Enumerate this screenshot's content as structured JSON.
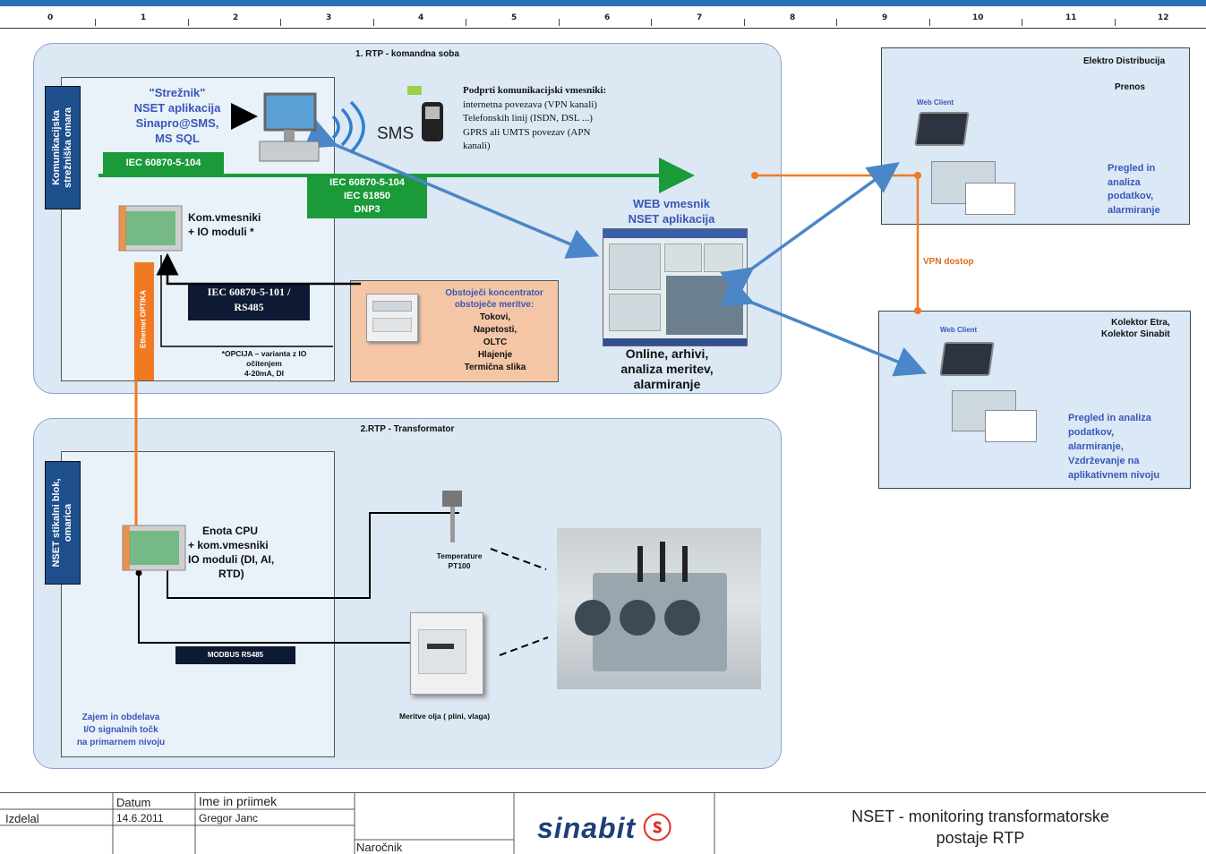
{
  "ruler": {
    "numbers": [
      "0",
      "1",
      "2",
      "3",
      "4",
      "5",
      "6",
      "7",
      "8",
      "9",
      "10",
      "11",
      "12"
    ]
  },
  "section1": {
    "title": "1. RTP - komandna soba",
    "side_label_line1": "Komunikacijska",
    "side_label_line2": "strežniška omara",
    "server_text": [
      "\"Strežnik\"",
      "NSET aplikacija",
      "Sinapro@SMS,",
      "MS SQL"
    ],
    "green_iec": "IEC 60870-5-104",
    "green_multi": [
      "IEC 60870-5-104",
      "IEC 61850",
      "DNP3"
    ],
    "sms": "SMS",
    "comm_title": "Podprti komunikacijski vmesniki:",
    "comm_lines": [
      "internetna povezava (VPN kanali)",
      "Telefonskih linij (ISDN, DSL ...)",
      "GPRS ali UMTS povezav (APN",
      "kanali)"
    ],
    "kom_vmesniki": [
      "Kom.vmesniki",
      "+ IO moduli *"
    ],
    "iec_rs485": [
      "IEC 60870-5-101 /",
      "RS485"
    ],
    "ethernet_optika": "Ethernet OPTIKA",
    "opcija": [
      "*OPCIJA – varianta z IO",
      "očitenjem",
      "4-20mA, DI"
    ],
    "concentrator_title": [
      "Obstoječi koncentrator",
      "obstoječe meritve:"
    ],
    "concentrator_items": [
      "Tokovi,",
      "Napetosti,",
      "OLTC",
      "Hlajenje",
      "Termična slika"
    ],
    "web_title": [
      "WEB vmesnik",
      "NSET aplikacija"
    ],
    "web_caption": [
      "Online, arhivi,",
      "analiza meritev,",
      "alarmiranje"
    ]
  },
  "section2": {
    "title": "2.RTP - Transformator",
    "side_label_line1": "NSET stikalni blok,",
    "side_label_line2": "omarica",
    "cpu_text": [
      "Enota CPU",
      "+ kom.vmesniki",
      "IO moduli (DI, AI,",
      "RTD)"
    ],
    "modbus": "MODBUS RS485",
    "temperature": [
      "Temperature",
      "PT100"
    ],
    "meritve": "Meritve olja ( plini, vlaga)",
    "zajem": [
      "Zajem in obdelava",
      "I/O signalnih točk",
      "na primarnem nivoju"
    ]
  },
  "right": {
    "ed_title": "Elektro Distribucija",
    "ed_sub": "Prenos",
    "web_client": "Web Client",
    "ed_desc": [
      "Pregled in",
      "analiza",
      "podatkov,",
      "alarmiranje"
    ],
    "vpn": "VPN dostop",
    "kol_title": [
      "Kolektor Etra,",
      "Kolektor Sinabit"
    ],
    "kol_desc": [
      "Pregled in analiza",
      "podatkov,",
      "alarmiranje,",
      "Vzdrževanje na",
      "aplikativnem nivoju"
    ]
  },
  "titleblock": {
    "izdelal": "Izdelal",
    "datum_label": "Datum",
    "datum": "14.6.2011",
    "ime_label": "Ime in priimek",
    "ime": "Gregor Janc",
    "narocnik": "Naročnik",
    "logo": "sinabit",
    "title_line1": "NSET - monitoring transformatorske",
    "title_line2": "postaje RTP"
  },
  "colors": {
    "green": "#1b9a3a",
    "orange": "#f07a22",
    "arrow_blue": "#4a86c8",
    "text_blue": "#3a57b7",
    "dark": "#0e1a33"
  }
}
